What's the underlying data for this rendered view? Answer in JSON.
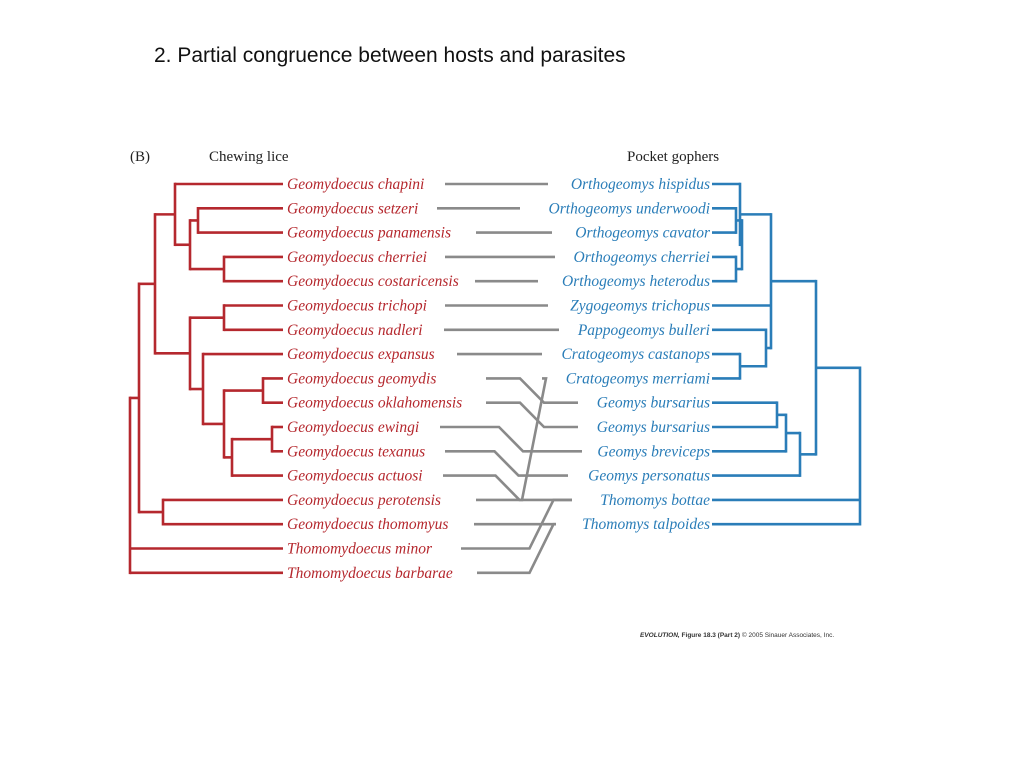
{
  "slide": {
    "title": "2. Partial congruence between hosts and parasites"
  },
  "figure": {
    "panel_label": "(B)",
    "left_heading": "Chewing lice",
    "right_heading": "Pocket gophers",
    "colors": {
      "lice": "#b5282e",
      "gophers": "#2a7db8",
      "links": "#8a8a8a"
    },
    "lice": [
      "Geomydoecus chapini",
      "Geomydoecus setzeri",
      "Geomydoecus panamensis",
      "Geomydoecus cherriei",
      "Geomydoecus costaricensis",
      "Geomydoecus trichopi",
      "Geomydoecus nadleri",
      "Geomydoecus expansus",
      "Geomydoecus geomydis",
      "Geomydoecus oklahomensis",
      "Geomydoecus ewingi",
      "Geomydoecus texanus",
      "Geomydoecus actuosi",
      "Geomydoecus perotensis",
      "Geomydoecus thomomyus",
      "Thomomydoecus minor",
      "Thomomydoecus barbarae"
    ],
    "gophers": [
      "Orthogeomys hispidus",
      "Orthogeomys underwoodi",
      "Orthogeomys cavator",
      "Orthogeomys cherriei",
      "Orthogeomys heterodus",
      "Zygogeomys trichopus",
      "Pappogeomys bulleri",
      "Cratogeomys castanops",
      "Cratogeomys merriami",
      "Geomys bursarius",
      "Geomys bursarius",
      "Geomys breviceps",
      "Geomys personatus",
      "Thomomys bottae",
      "Thomomys talpoides"
    ],
    "associations": [
      [
        0,
        0
      ],
      [
        1,
        1
      ],
      [
        2,
        2
      ],
      [
        3,
        3
      ],
      [
        4,
        4
      ],
      [
        5,
        5
      ],
      [
        6,
        6
      ],
      [
        7,
        7
      ],
      [
        8,
        9
      ],
      [
        9,
        10
      ],
      [
        10,
        11
      ],
      [
        11,
        12
      ],
      [
        12,
        13
      ],
      [
        13,
        8
      ],
      [
        14,
        14
      ],
      [
        15,
        13
      ],
      [
        16,
        14
      ]
    ],
    "credit": {
      "book": "EVOLUTION,",
      "figure": "Figure 18.3 (Part 2)",
      "copyright": "© 2005 Sinauer Associates, Inc."
    }
  }
}
